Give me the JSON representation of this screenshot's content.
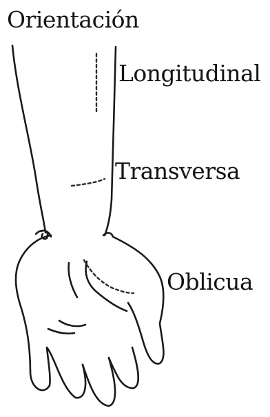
{
  "title": "Orientación",
  "labels": {
    "longitudinal": "Longitudinal",
    "transversa": "Transversa",
    "oblicua": "Oblicua"
  },
  "colors": {
    "ink": "#141414",
    "background": "#ffffff"
  }
}
